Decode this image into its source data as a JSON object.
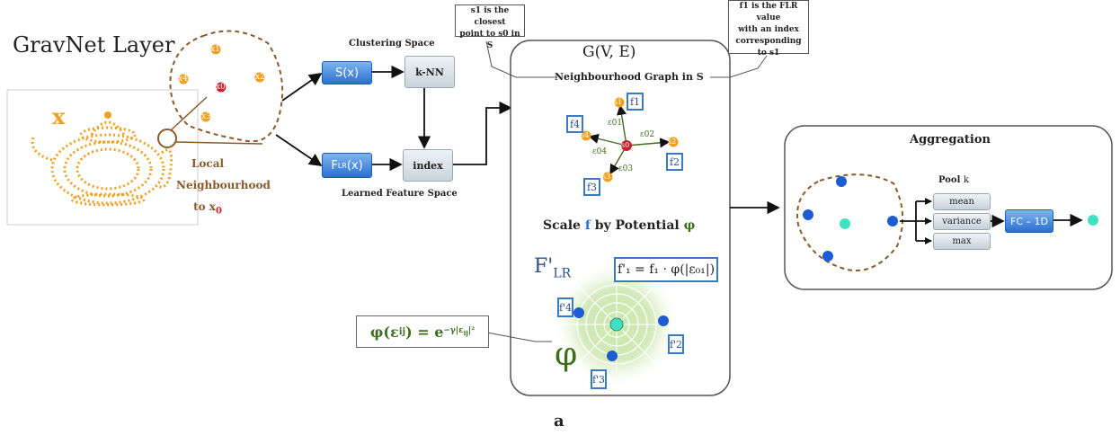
{
  "title": "GravNet Layer",
  "panel_label": "a",
  "input": {
    "var": "x",
    "local_label_1": "Local",
    "local_label_2": "Neighbourhood",
    "local_label_3": "to x",
    "local_sub": "0",
    "points": [
      "x1",
      "x2",
      "x3",
      "x4",
      "x0"
    ]
  },
  "clustering": {
    "title": "Clustering Space",
    "sx": "S(x)",
    "knn": "k-NN",
    "flr": "F",
    "flr_sub": "LR",
    "flr_tail": "(x)",
    "index": "index",
    "learned": "Learned Feature Space"
  },
  "callouts": {
    "left": [
      "s1 is the closest",
      "point to s0 in S"
    ],
    "right": [
      "f1 is the FLR value",
      "with an index",
      "corresponding",
      "to s1"
    ]
  },
  "graph": {
    "title": "G",
    "title_args": "(V, E)",
    "subtitle": "Neighbourhood Graph in S",
    "nodes": [
      "s0",
      "s1",
      "s2",
      "s3",
      "s4"
    ],
    "edges": [
      "ε01",
      "ε02",
      "ε03",
      "ε04"
    ],
    "features": [
      "f1",
      "f2",
      "f3",
      "f4"
    ]
  },
  "scale": {
    "title_pre": "Scale ",
    "title_f": "f",
    "title_post": " by Potential ",
    "title_phi": "φ",
    "flr_label": "F'",
    "flr_sub": "LR",
    "formula": "f'₁ = f₁ · φ(|ε₀₁|)",
    "features": [
      "f'4",
      "f'2",
      "f'3"
    ],
    "phi": "φ",
    "potential": "φ(ε",
    "potential_sub": "ij",
    "potential_tail": ") = e",
    "potential_exp": "−γ|ε",
    "potential_exp_sub": "ij",
    "potential_exp_tail": "|²"
  },
  "aggregation": {
    "title": "Aggregation",
    "pool": "Pool",
    "pool_k": "k",
    "ops": [
      "mean",
      "variance",
      "max"
    ],
    "fc": "FC – 1D"
  },
  "colors": {
    "orange": "#f0a020",
    "blue": "#2a6fd1",
    "green": "#3c6e1e",
    "teal": "#40e0c0",
    "red": "#cc1f2f",
    "brown": "#8a5a2b"
  }
}
